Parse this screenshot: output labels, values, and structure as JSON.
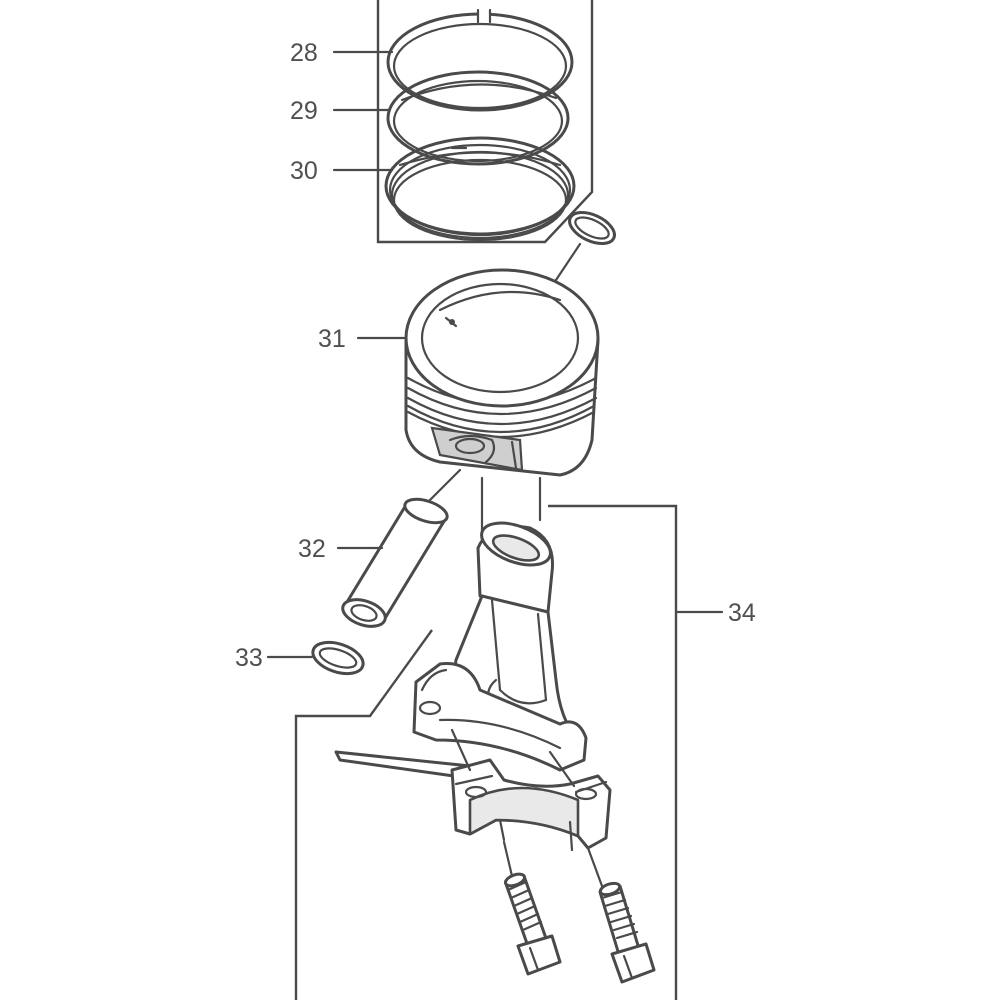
{
  "diagram": {
    "labels": [
      {
        "id": "28",
        "text": "28"
      },
      {
        "id": "29",
        "text": "29"
      },
      {
        "id": "30",
        "text": "30"
      },
      {
        "id": "31",
        "text": "31"
      },
      {
        "id": "32",
        "text": "32"
      },
      {
        "id": "33",
        "text": "33"
      },
      {
        "id": "34",
        "text": "34"
      }
    ]
  }
}
